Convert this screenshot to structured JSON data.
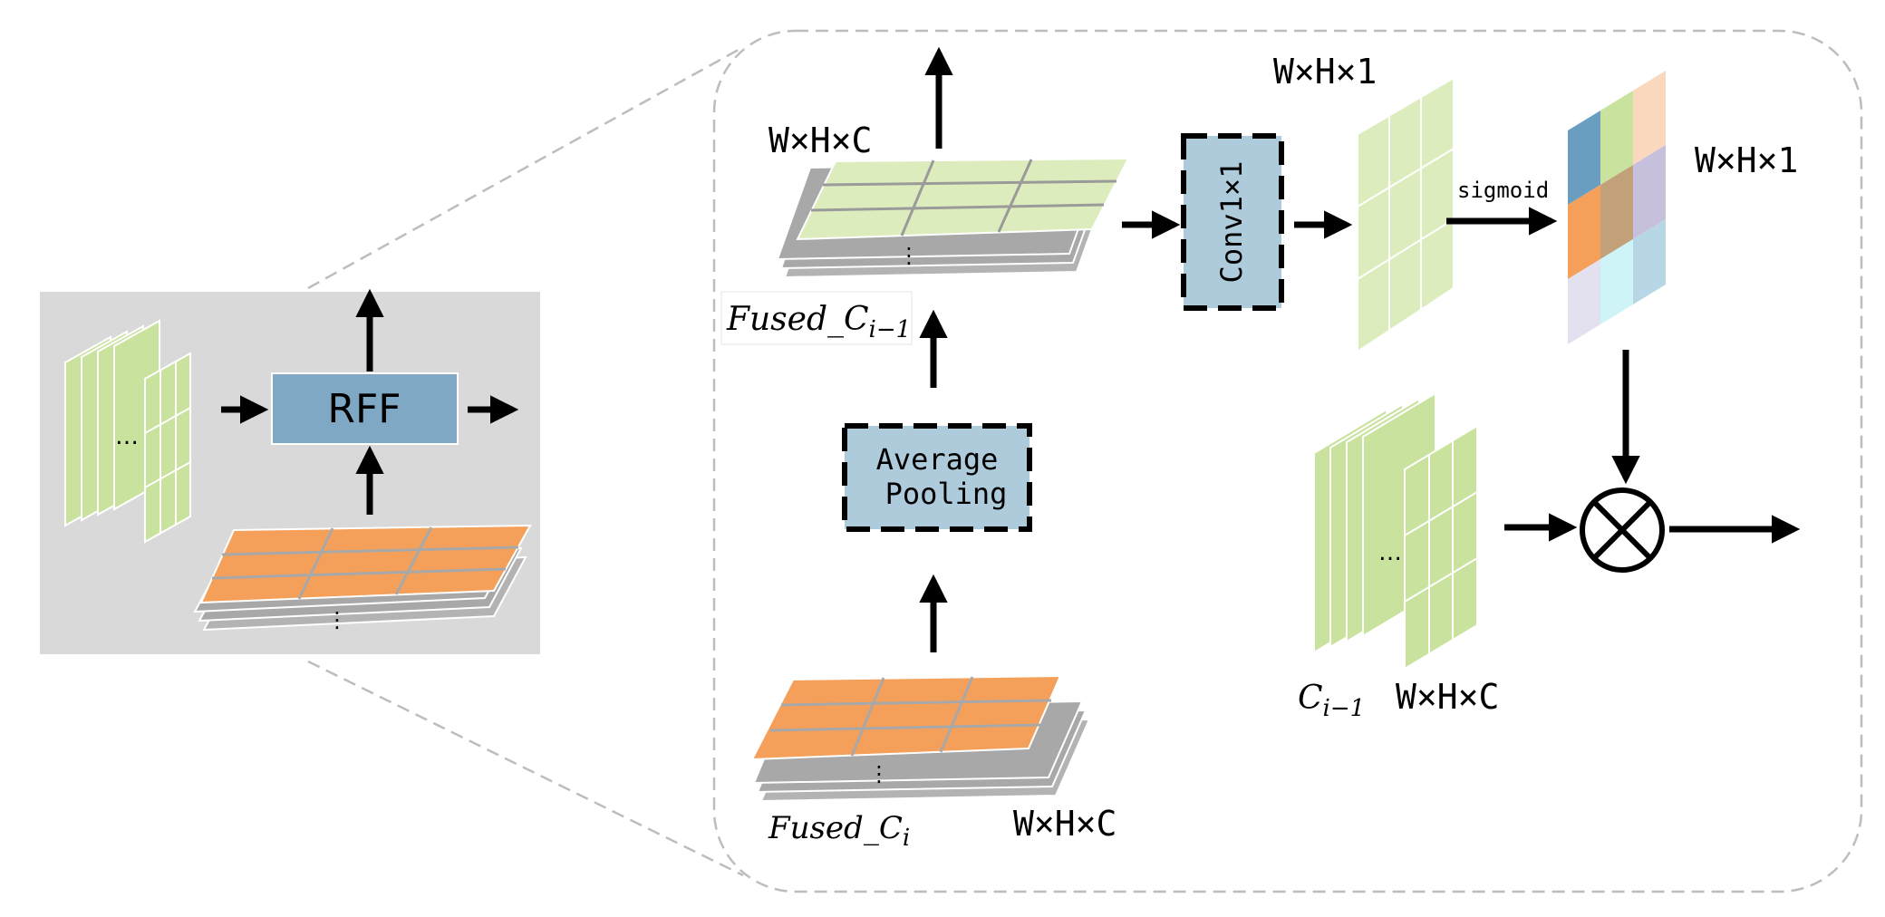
{
  "overview": {
    "block_label": "RFF",
    "ellipsis": "…",
    "vertical_ellipsis": "⋮"
  },
  "detail": {
    "fused_prev": {
      "base": "Fused_C",
      "subscript": "i−1",
      "dim": "W×H×C"
    },
    "fused_cur": {
      "base": "Fused_C",
      "subscript": "i",
      "dim": "W×H×C"
    },
    "pooling": {
      "line1": "Average",
      "line2": "Pooling"
    },
    "conv": {
      "label": "Conv1×1"
    },
    "conv_output": {
      "dim": "W×H×1"
    },
    "sigmoid": {
      "label": "sigmoid",
      "dim": "W×H×1"
    },
    "c_prev": {
      "base": "C",
      "subscript": "i−1",
      "dim": "W×H×C"
    },
    "multiply": {
      "symbol": "⊗"
    }
  },
  "colors": {
    "panel_bg": "#d9d9d9",
    "green": "#c9e29e",
    "green_light": "#dcecbd",
    "orange": "#f5a05a",
    "gray_stack": "#a8a8a8",
    "block_blue": "#7fa8c4",
    "block_blue_light": "#aecbdb",
    "dashed_border": "#bdbdbd",
    "arrow": "#000000"
  }
}
